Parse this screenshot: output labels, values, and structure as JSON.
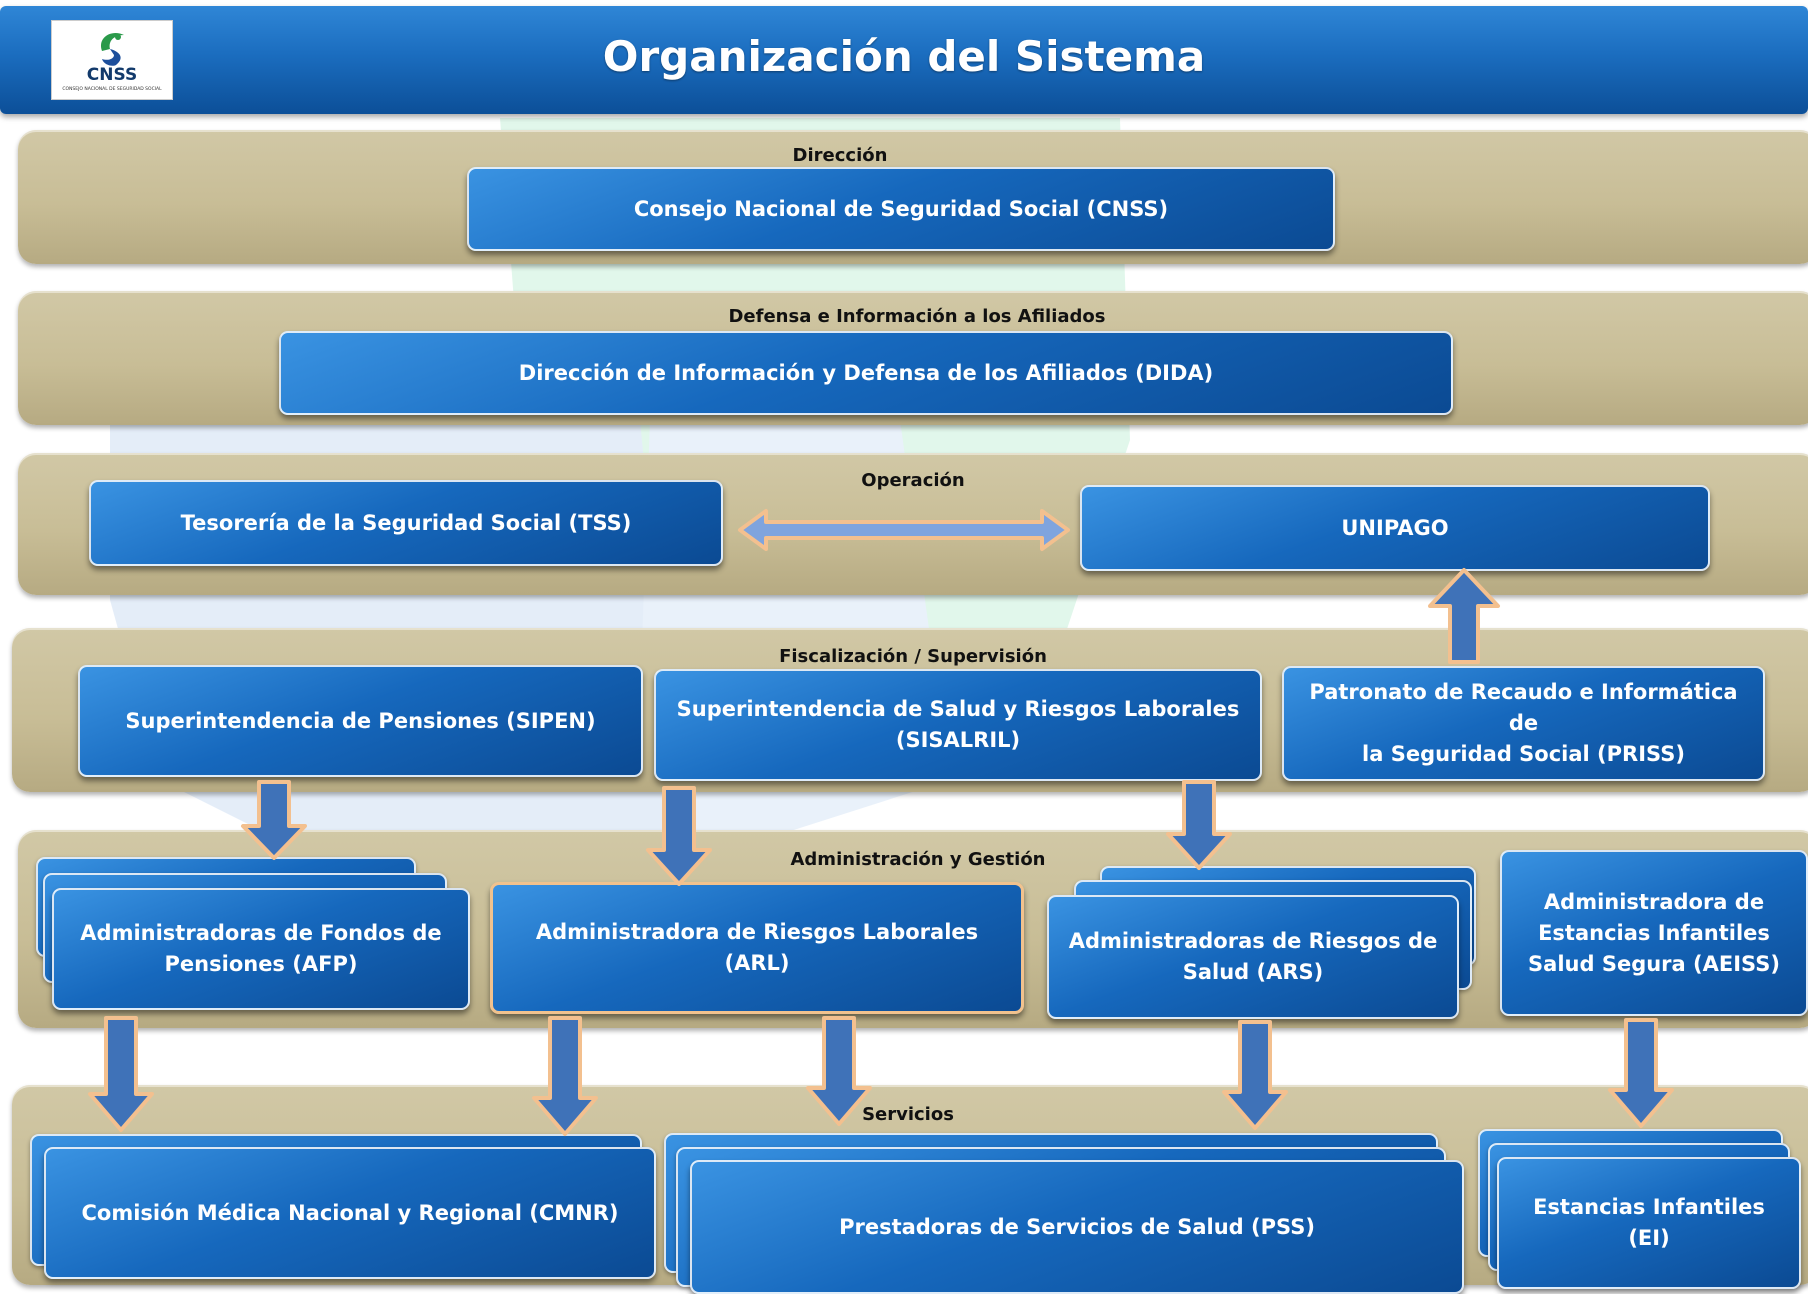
{
  "header": {
    "title": "Organización del Sistema",
    "logo_text": "CNSS",
    "logo_subtext": "CONSEJO NACIONAL DE SEGURIDAD SOCIAL"
  },
  "layers": {
    "direccion": {
      "title": "Dirección",
      "box": "Consejo Nacional de Seguridad Social (CNSS)"
    },
    "defensa": {
      "title": "Defensa e Información a los Afiliados",
      "box": "Dirección de Información y Defensa  de los Afiliados (DIDA)"
    },
    "operacion": {
      "title": "Operación",
      "tss": "Tesorería de la Seguridad Social (TSS)",
      "unipago": "UNIPAGO"
    },
    "fiscalizacion": {
      "title": "Fiscalización /  Supervisión",
      "sipen": "Superintendencia de Pensiones (SIPEN)",
      "sisalril_line1": "Superintendencia de Salud y Riesgos Laborales",
      "sisalril_line2": "(SISALRIL)",
      "priss_line1": "Patronato de Recaudo e  Informática de",
      "priss_line2": "la Seguridad Social (PRISS)"
    },
    "administracion": {
      "title": "Administración y Gestión",
      "afp_line1": "Administradoras de Fondos de",
      "afp_line2": "Pensiones (AFP)",
      "arl": "Administradora de Riesgos Laborales (ARL)",
      "ars_line1": "Administradoras de Riesgos de",
      "ars_line2": "Salud (ARS)",
      "aeiss_line1": "Administradora de",
      "aeiss_line2": "Estancias Infantiles",
      "aeiss_line3": "Salud Segura (AEISS)"
    },
    "servicios": {
      "title": "Servicios",
      "cmnr": "Comisión Médica Nacional y Regional (CMNR)",
      "pss": "Prestadoras de Servicios de Salud (PSS)",
      "ei": "Estancias Infantiles (EI)"
    }
  },
  "colors": {
    "header_blue": "#1b6dbf",
    "box_blue": "#1668bd",
    "band_tan": "#c8bd96",
    "arrow_fill": "#3f72b8",
    "arrow_border": "#f3c08f"
  }
}
